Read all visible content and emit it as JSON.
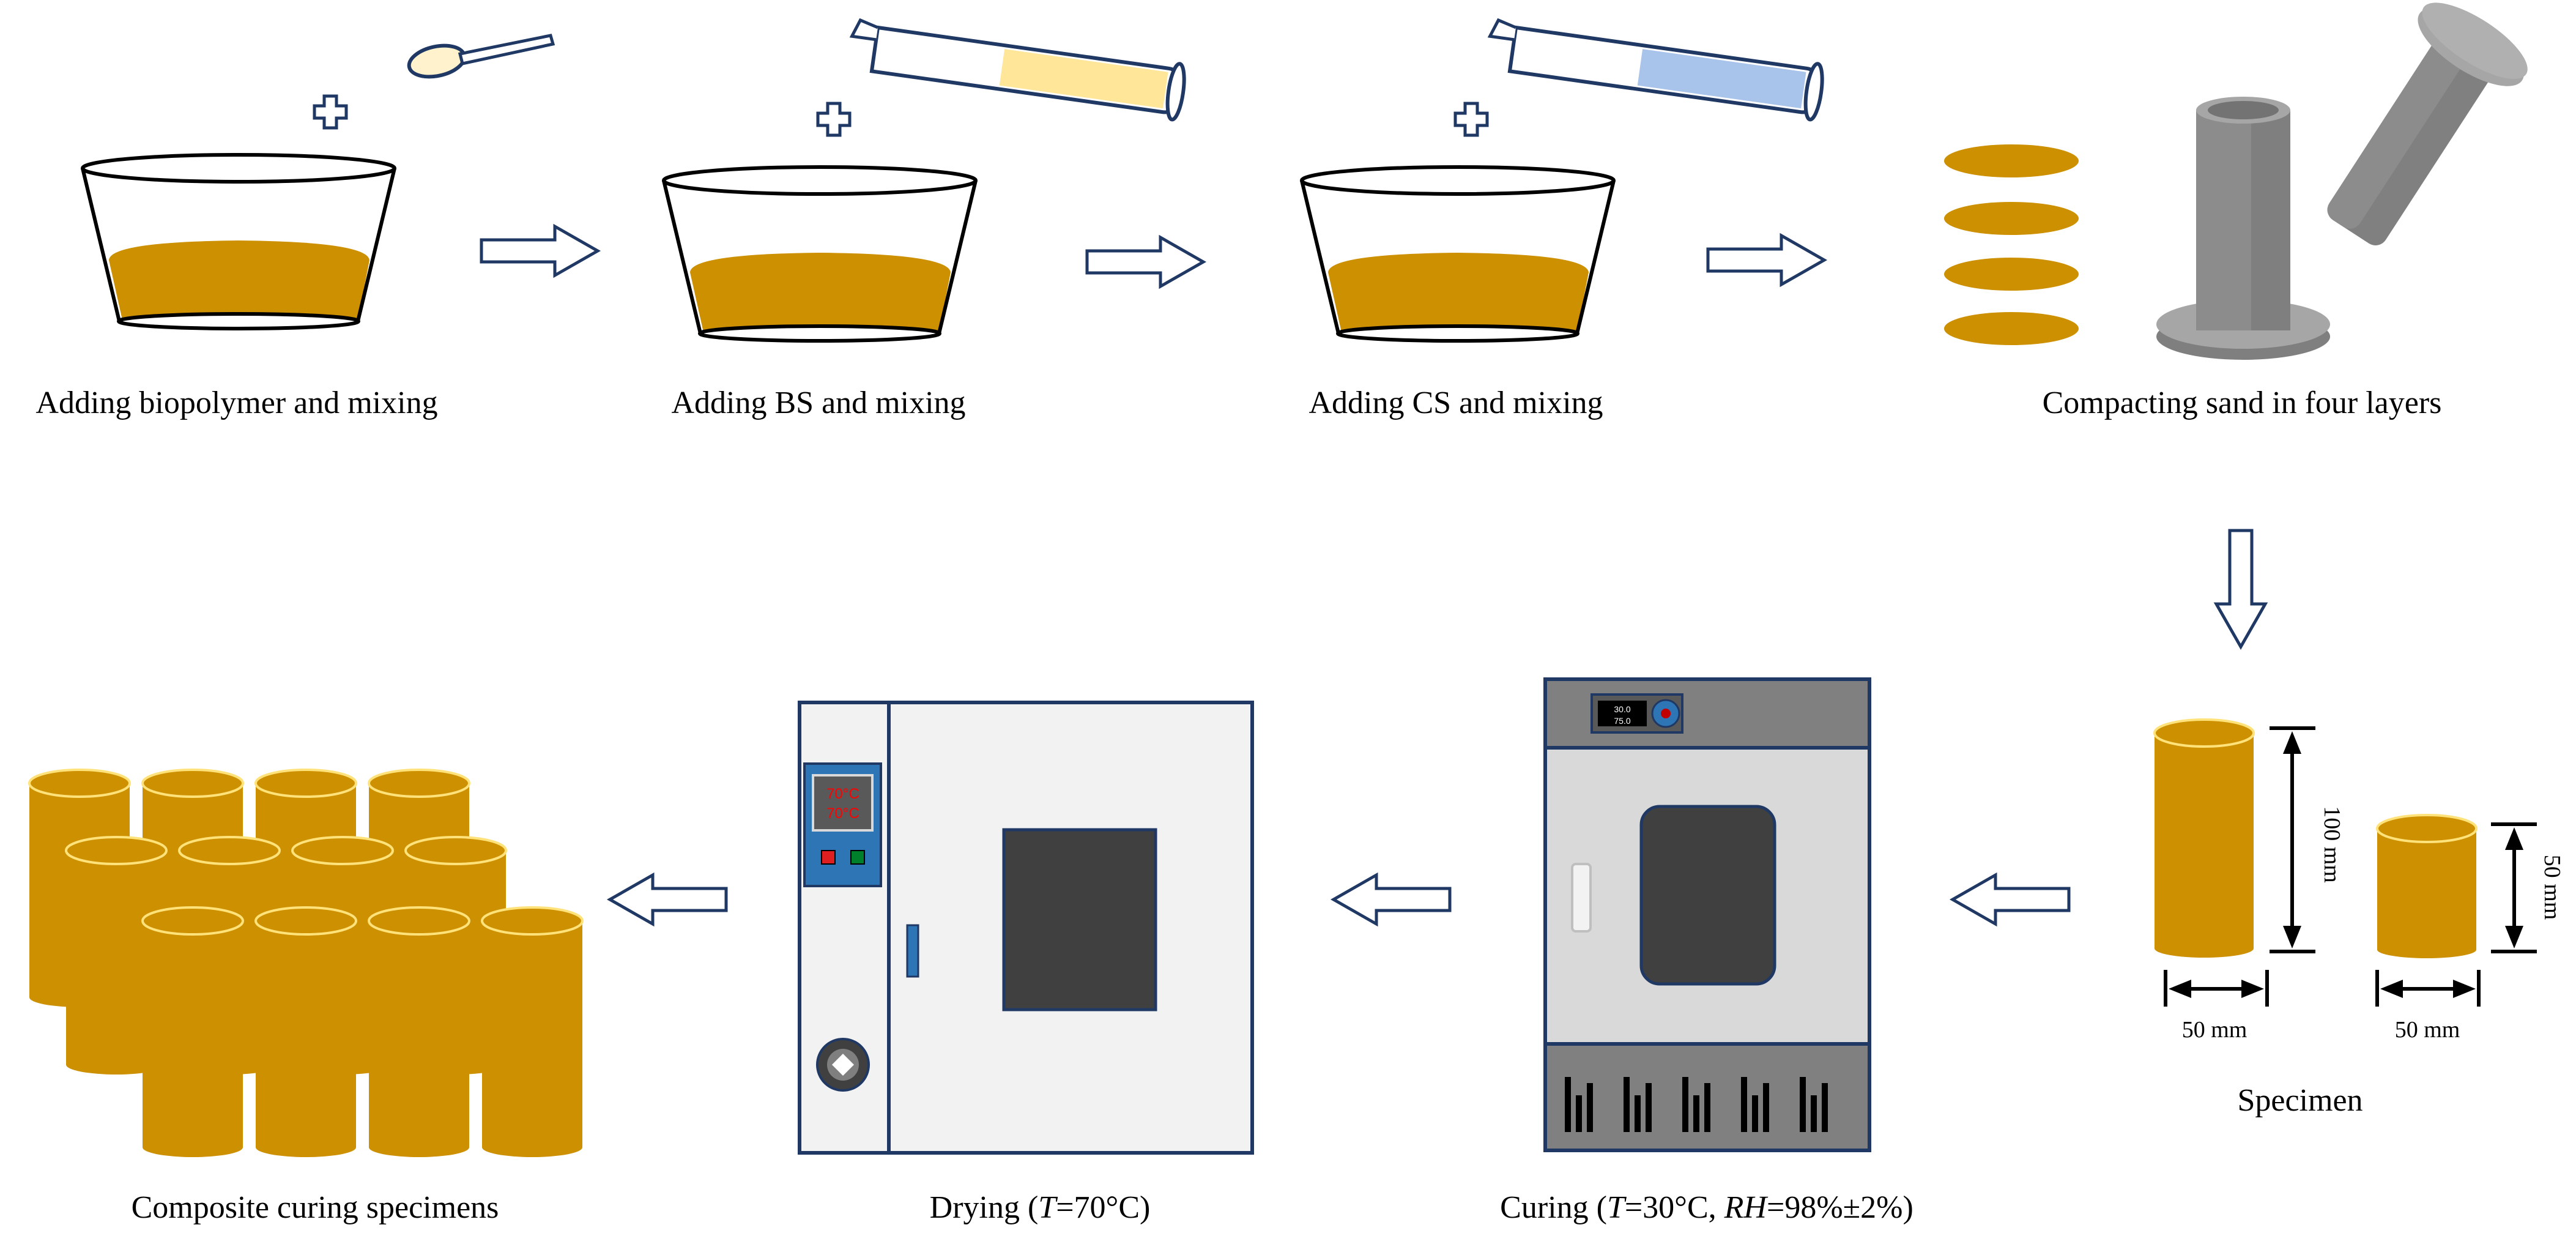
{
  "colors": {
    "sand": "#cc9000",
    "sand_edge": "#a87400",
    "outline": "#1f3864",
    "yellow_liquid": "#ffe699",
    "blue_liquid": "#a9c4eb",
    "steel": "#8c8c8c",
    "oven_panel": "#f2f2f2",
    "chamber_top": "#808080",
    "controller_blue": "#2e75b6"
  },
  "steps": {
    "step1": "Adding biopolymer and mixing",
    "step2": "Adding BS and mixing",
    "step3": "Adding CS and mixing",
    "step4": "Compacting sand in four layers",
    "specimen": "Specimen",
    "curing": {
      "pre": "Curing (",
      "t_var": "T",
      "t_val": "=30°C, ",
      "rh_var": "RH",
      "rh_val": "=98%±2%)"
    },
    "drying": {
      "pre": "Drying  (",
      "t_var": "T",
      "t_val": "=70°C)"
    },
    "composite": "Composite curing specimens"
  },
  "dimensions": {
    "tall_height": "100 mm",
    "short_height": "50 mm",
    "tall_diameter": "50 mm",
    "short_diameter": "50 mm"
  },
  "chamber_display": {
    "line1": "30.0",
    "line2": "75.0"
  },
  "oven_display": {
    "line1": "70°C",
    "line2": "70°C"
  },
  "icons": {
    "plus": "plus-icon",
    "arrow": "hollow-arrow-icon",
    "spoon": "spoon-icon",
    "cylinder": "graduated-cylinder-icon",
    "bowl": "mixing-bowl-icon",
    "mould": "compaction-mould-icon",
    "rammer": "compaction-rammer-icon",
    "chamber": "curing-chamber-icon",
    "oven": "drying-oven-icon"
  }
}
